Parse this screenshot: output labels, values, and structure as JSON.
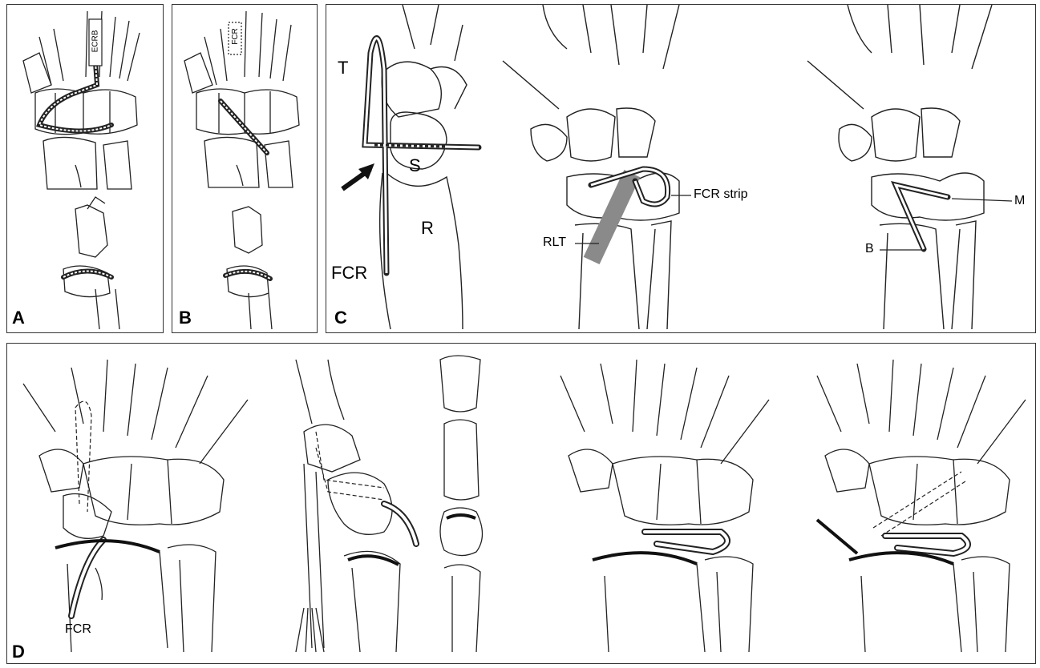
{
  "panels": {
    "A": {
      "label": "A",
      "tendon_label": "ECRB"
    },
    "B": {
      "label": "B",
      "tendon_label": "FCR"
    },
    "C": {
      "label": "C",
      "labels": {
        "t": "T",
        "s": "S",
        "r": "R",
        "fcr": "FCR",
        "fcr_strip": "FCR strip",
        "rlt": "RLT",
        "m": "M",
        "b": "B"
      }
    },
    "D": {
      "label": "D",
      "fcr": "FCR"
    }
  },
  "colors": {
    "line": "#222222",
    "border": "#333333",
    "hatch": "#8a8a8a"
  }
}
